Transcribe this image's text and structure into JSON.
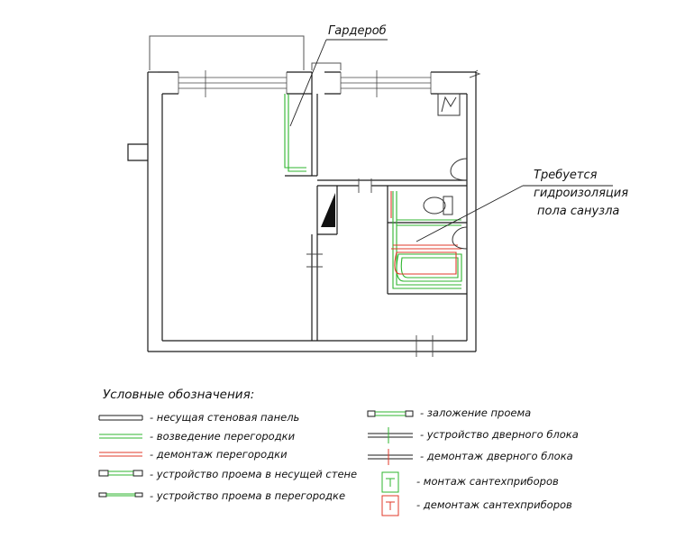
{
  "annotations": {
    "wardrobe": "Гардероб",
    "waterproofing_line1": "Требуется",
    "waterproofing_line2": "гидроизоляция",
    "waterproofing_line3": "пола санузла"
  },
  "legend": {
    "title": "Условные обозначения:",
    "left_items": [
      "- несущая стеновая панель",
      "- возведение перегородки",
      "- демонтаж перегородки",
      "- устройство проема в несущей стене",
      "- устройство проема в перегородке"
    ],
    "right_items": [
      "- заложение проема",
      "- устройство дверного блока",
      "- демонтаж дверного блока",
      "- монтаж сантехприборов",
      "- демонтаж сантехприборов"
    ]
  },
  "colors": {
    "wall": "#1a1a1a",
    "new": "#2fb52f",
    "demolish": "#e03a2a",
    "thin": "#555555"
  }
}
